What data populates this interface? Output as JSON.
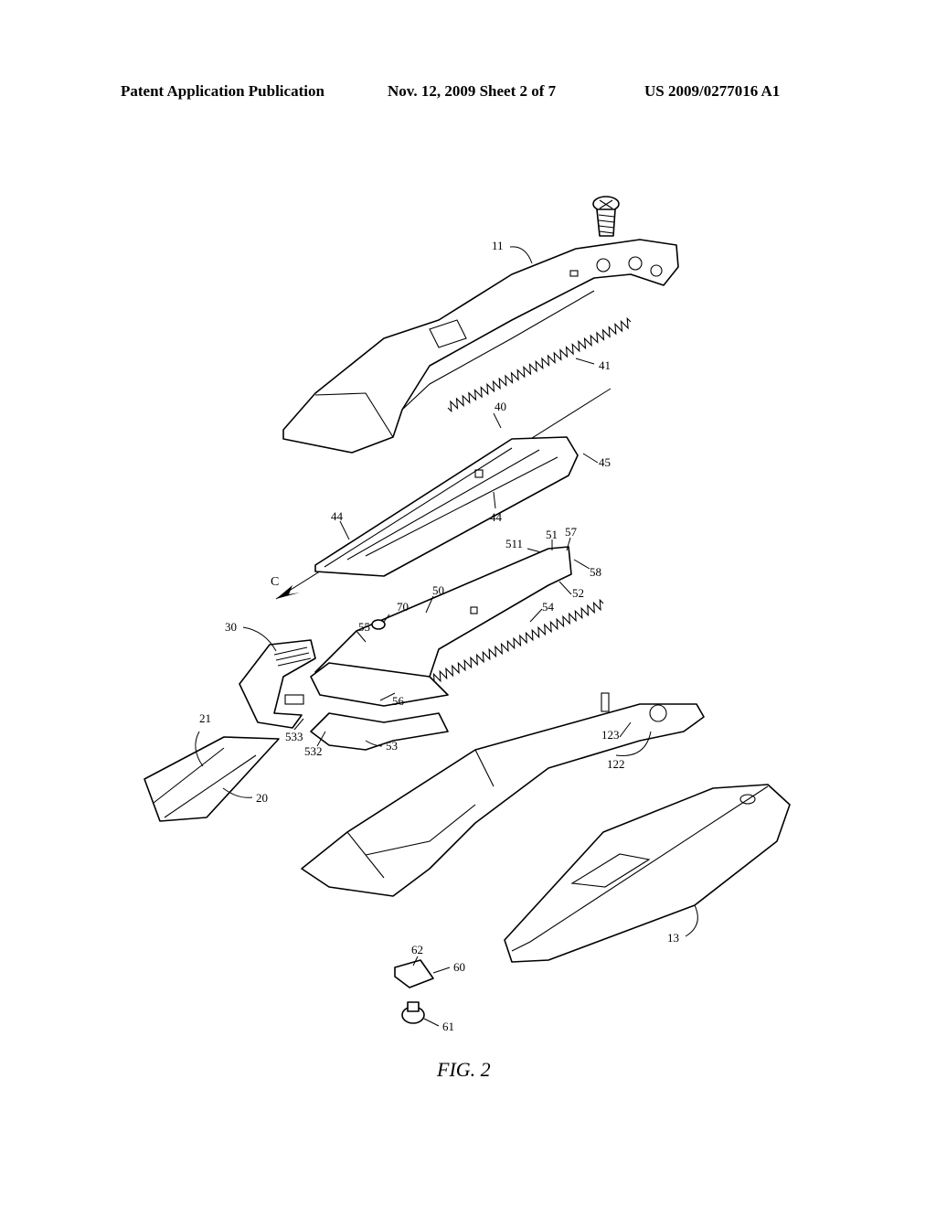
{
  "header": {
    "publication": "Patent Application Publication",
    "date_sheet": "Nov. 12, 2009   Sheet 2 of 7",
    "number": "US 2009/0277016 A1"
  },
  "figure": {
    "caption": "FIG. 2",
    "direction_label": "C",
    "refs": {
      "r11": "11",
      "r41": "41",
      "r40": "40",
      "r45": "45",
      "r44a": "44",
      "r44b": "44",
      "r511": "511",
      "r51": "51",
      "r57": "57",
      "r58": "58",
      "r52": "52",
      "r50": "50",
      "r70": "70",
      "r55": "55",
      "r54": "54",
      "r30": "30",
      "r56": "56",
      "r533": "533",
      "r532": "532",
      "r53": "53",
      "r21": "21",
      "r20": "20",
      "r123": "123",
      "r122": "122",
      "r13": "13",
      "r62": "62",
      "r60": "60",
      "r61": "61"
    }
  }
}
